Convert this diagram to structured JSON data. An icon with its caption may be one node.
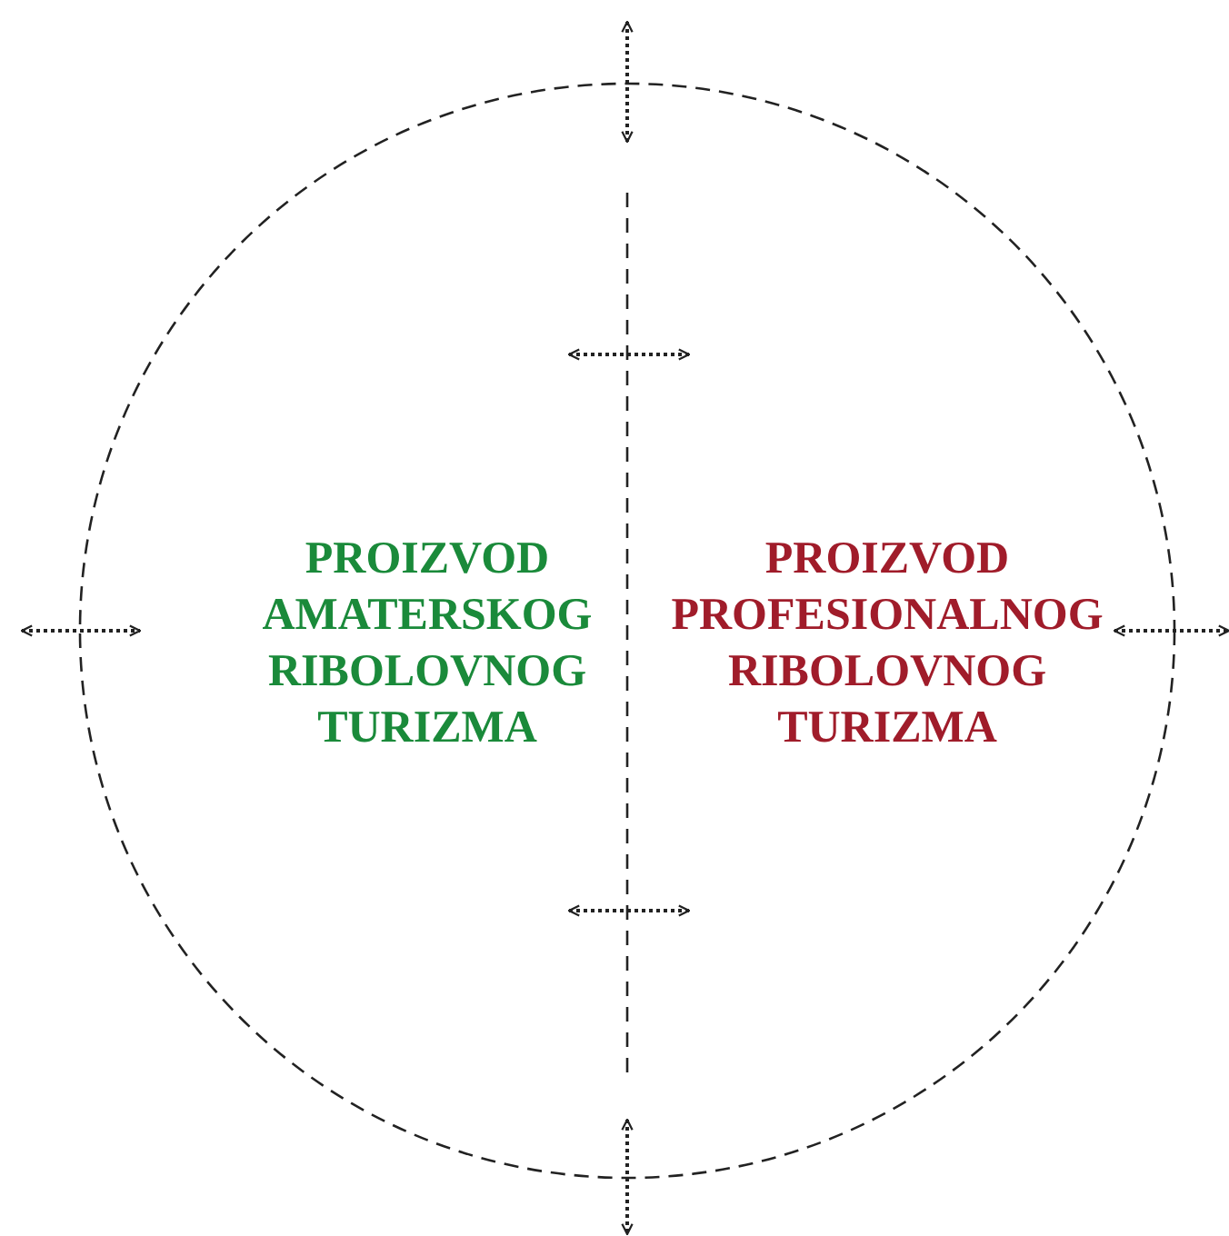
{
  "diagram": {
    "nodes": [
      {
        "text": [],
        "shape": "circle"
      },
      {
        "text": [
          "PROIZVOD AMATERSKOG RIBOLOVNOG TURIZMA"
        ],
        "in": 0
      },
      {
        "text": [
          "PROIZVOD PROFESIONALNOG RIBOLOVNOG TURIZMA"
        ],
        "in": 0
      }
    ]
  }
}
